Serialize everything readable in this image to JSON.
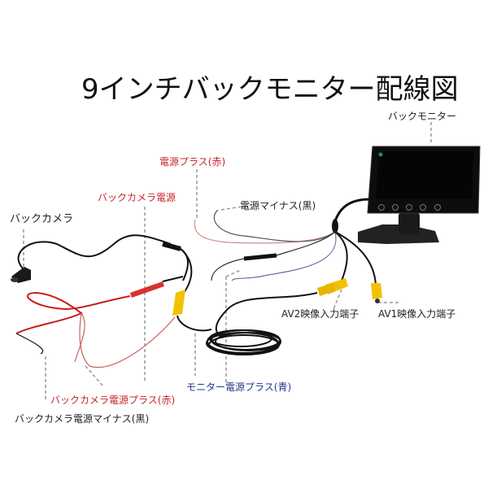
{
  "title": "9インチバックモニター配線図",
  "colors": {
    "red_label": "#c8242c",
    "blue_label": "#1f3a8a",
    "black_label": "#222222",
    "rca_yellow": "#f2c200",
    "wire_red": "#d9322e",
    "wire_black": "#111111"
  },
  "labels": {
    "back_monitor": "バックモニター",
    "power_plus_red": "電源プラス(赤)",
    "back_camera_power": "バックカメラ電源",
    "back_camera": "バックカメラ",
    "power_minus_black": "電源マイナス(黒)",
    "av2_input": "AV2映像入力端子",
    "av1_input": "AV1映像入力端子",
    "monitor_power_plus_blue": "モニター電源プラス(青)",
    "camera_power_plus_red": "バックカメラ電源プラス(赤)",
    "camera_power_minus_black": "バックカメラ電源マイナス(黒)"
  },
  "components": {
    "monitor": "9-inch back monitor with 5 front buttons on stand",
    "camera": "back camera",
    "cable_coil": "video extension cable coil"
  }
}
